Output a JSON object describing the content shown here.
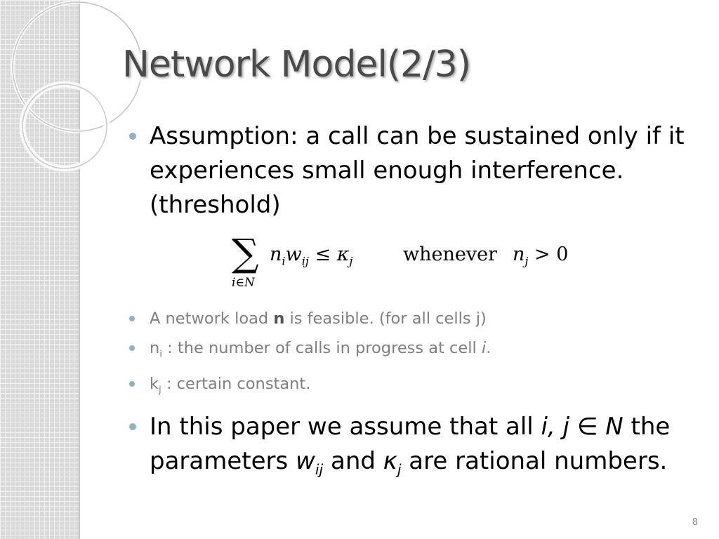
{
  "slide": {
    "title": "Network Model(2/3)",
    "page_number": "8"
  },
  "bullets": {
    "assumption": "Assumption: a call can be sustained only if it experiences small enough interference. (threshold)",
    "feasible_pre": "A network load ",
    "feasible_bold": "n",
    "feasible_post": " is feasible. (for all cells j)",
    "ni_var": "n",
    "ni_sub": "i",
    "ni_text": " : the number of calls in progress at cell ",
    "ni_italic": "i",
    "ni_end": ".",
    "kj_var": "k",
    "kj_sub": "j",
    "kj_text": " : certain constant.",
    "paper_pre": "In this paper we assume that all ",
    "paper_ij": "i, j ∈ N",
    "paper_mid": " the parameters ",
    "paper_w": "w",
    "paper_w_sub": "ij",
    "paper_and": " and ",
    "paper_k": "κ",
    "paper_k_sub": "j",
    "paper_end": " are rational numbers."
  },
  "formula": {
    "sigma": "∑",
    "sum_index": "i∈N",
    "n": "n",
    "n_sub": "i",
    "w": "w",
    "w_sub": "ij",
    "leq": " ≤ ",
    "kappa": "κ",
    "kappa_sub": "j",
    "word": "whenever",
    "cond_n": "n",
    "cond_sub": "j",
    "cond_rest": " > 0"
  }
}
